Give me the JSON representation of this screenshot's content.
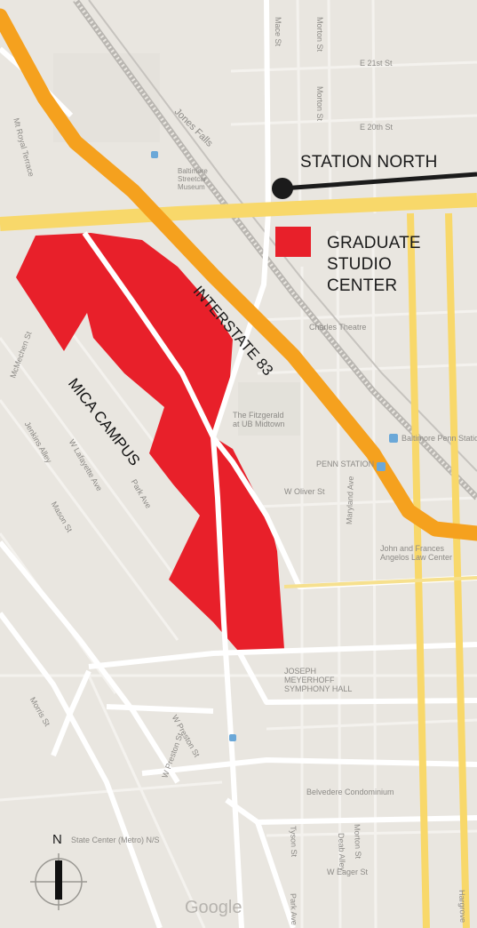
{
  "map": {
    "station_label": "STATION NORTH",
    "graduate_label_lines": [
      "GRADUATE",
      "STUDIO",
      "CENTER"
    ],
    "campus_label": "MICA CAMPUS",
    "highway_label": "INTERSTATE 83",
    "north_label": "N",
    "colors": {
      "campus": "#e8202a",
      "highway": "#f5a11e",
      "yellow_route": "#f8d86a",
      "marker": "#1b1b1b",
      "road": "#ffffff",
      "railway": "#b8b5b0"
    },
    "street_labels": {
      "mace_st": "Mace St",
      "morton_st_1": "Morton St",
      "morton_st_2": "Morton St",
      "e_21st_st": "E 21st St",
      "e_20th_st": "E 20th St",
      "jones_falls": "Jones Falls",
      "baltimore_streetcar_museum": "Baltimore Streetcar Museum",
      "mt_royal_terrace": "Mt Royal Terrace",
      "charles_theatre": "Charles Theatre",
      "the_fitzgerald": "The Fitzgerald at UB Midtown",
      "penn_station": "PENN STATION",
      "baltimore_penn_station": "Baltimore Penn Station",
      "w_oliver_st": "W Oliver St",
      "maryland_ave": "Maryland Ave",
      "john_and_frances": "John and Frances Angelos Law Center",
      "w_mcmechen_st": "McMechen St",
      "jenkins_alley": "Jenkins Alley",
      "w_lafayette_ave": "W Lafayette Ave",
      "park_ave": "Park Ave",
      "mason_st": "Mason St",
      "joseph_meyerhoff": "JOSEPH MEYERHOFF SYMPHONY HALL",
      "morris_st": "Morris St",
      "w_preston_st_1": "W Preston St",
      "w_preston_st_2": "W Preston St",
      "belvedere_condominium": "Belvedere Condominium",
      "tyson_st": "Tyson St",
      "morton_st_3": "Morton St",
      "deab_alley": "Deab Alley",
      "w_eager_st": "W Eager St",
      "park_ave_2": "Park Ave",
      "hargrove": "Hargrove",
      "state_center": "State Center (Metro) N/S",
      "google": "Google"
    }
  }
}
